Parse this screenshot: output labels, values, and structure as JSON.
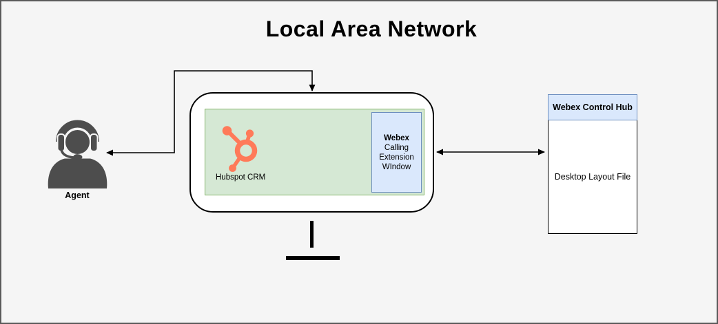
{
  "title": "Local Area Network",
  "agent": {
    "label": "Agent"
  },
  "monitor": {
    "hubspot": {
      "label": "Hubspot CRM"
    },
    "webex_window": {
      "title": "Webex",
      "lines": [
        "Calling",
        "Extension",
        "WIndow"
      ]
    }
  },
  "control_hub": {
    "title": "Webex Control Hub",
    "content": "Desktop Layout File"
  },
  "icons": {
    "agent": "agent-headset-icon",
    "hubspot": "hubspot-sprocket-icon",
    "arrows": [
      "elbow-double-arrow-agent-monitor",
      "horizontal-double-arrow-monitor-hub"
    ],
    "monitor_stand": "monitor-stand-shape"
  },
  "colors": {
    "background": "#f5f5f5",
    "frame_border": "#5a5a5a",
    "green_fill": "#d5e8d4",
    "green_border": "#82b366",
    "blue_fill": "#dae8fc",
    "blue_border": "#6c8ebf",
    "hubspot_orange": "#ff7a59",
    "agent_gray": "#4d4d4d",
    "line": "#000000"
  }
}
